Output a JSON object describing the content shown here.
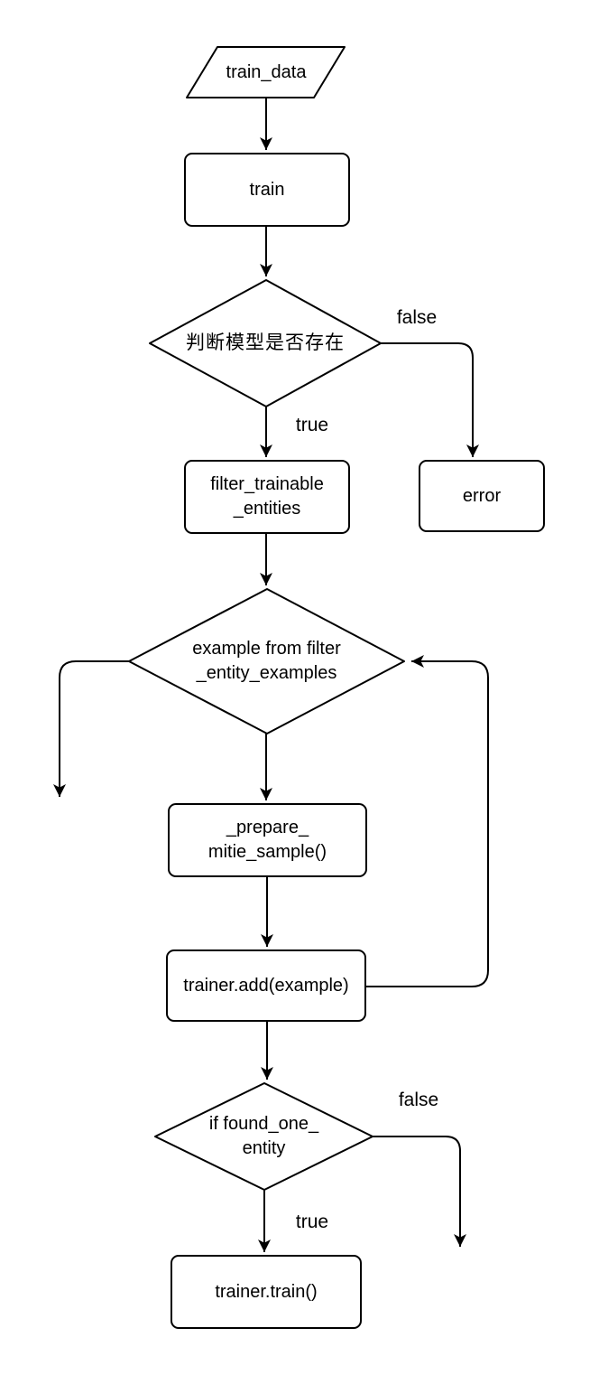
{
  "diagram": {
    "type": "flowchart",
    "colors": {
      "background": "#ffffff",
      "stroke": "#000000",
      "shape_fill": "#ffffff",
      "text": "#000000"
    },
    "nodes": {
      "train_data": {
        "shape": "parallelogram",
        "label": "train_data"
      },
      "train": {
        "shape": "rect",
        "label": "train"
      },
      "model_check": {
        "shape": "diamond",
        "label": "判断模型是否存在"
      },
      "error": {
        "shape": "rect",
        "label": "error"
      },
      "filter_entities": {
        "shape": "rect",
        "label": "filter_trainable\n_entities"
      },
      "example_loop": {
        "shape": "diamond",
        "label": "example from filter\n_entity_examples"
      },
      "prepare_sample": {
        "shape": "rect",
        "label": "_prepare_\nmitie_sample()"
      },
      "trainer_add": {
        "shape": "rect",
        "label": "trainer.add(example)"
      },
      "found_entity": {
        "shape": "diamond",
        "label": "if found_one_\nentity"
      },
      "trainer_train": {
        "shape": "rect",
        "label": "trainer.train()"
      }
    },
    "edge_labels": {
      "model_check_false": "false",
      "model_check_true": "true",
      "found_entity_false": "false",
      "found_entity_true": "true"
    }
  }
}
